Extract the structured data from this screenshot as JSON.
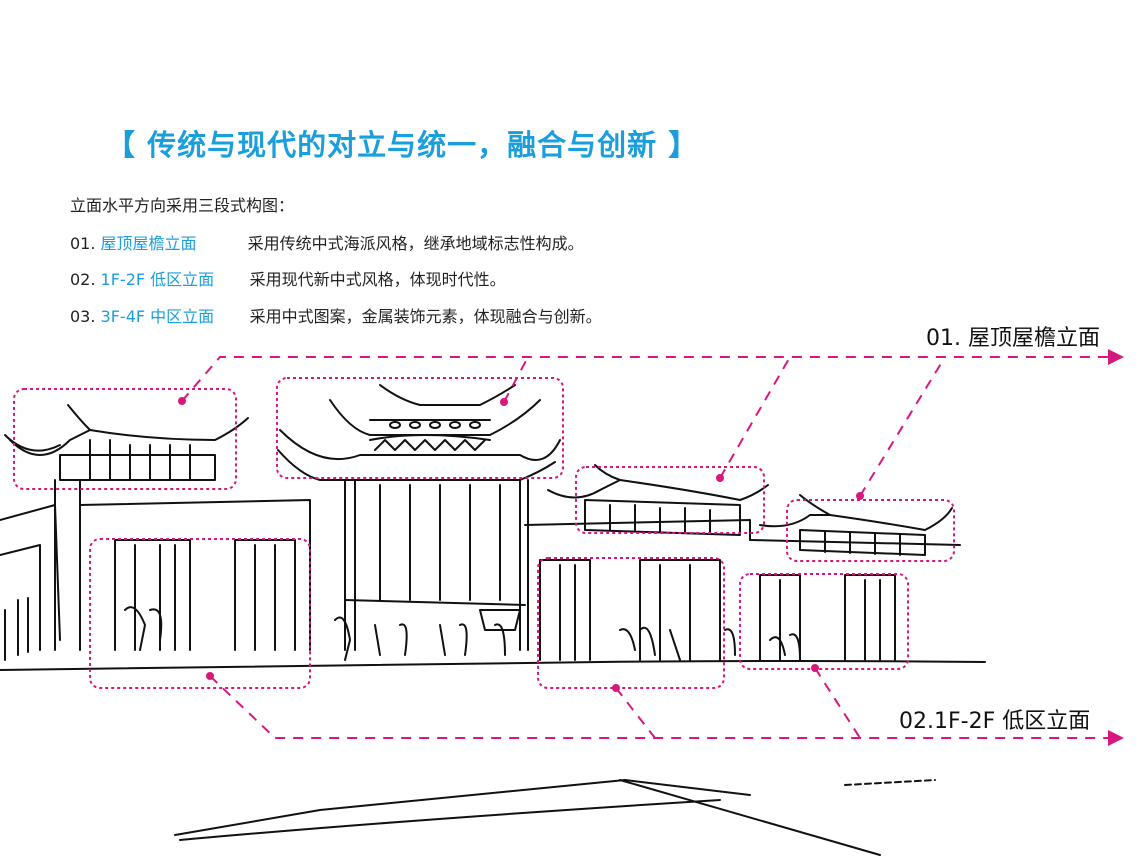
{
  "title": "【 传统与现代的对立与统一，融合与创新 】",
  "intro": "立面水平方向采用三段式构图：",
  "items": [
    {
      "num": "01.",
      "name": "屋顶屋檐立面",
      "desc": "采用传统中式海派风格，继承地域标志性构成。"
    },
    {
      "num": "02.",
      "name": "1F-2F 低区立面",
      "desc": "采用现代新中式风格，体现时代性。"
    },
    {
      "num": "03.",
      "name": "3F-4F 中区立面",
      "desc": "采用中式图案，金属装饰元素，体现融合与创新。"
    }
  ],
  "callouts": {
    "roof": "01. 屋顶屋檐立面",
    "low": "02.1F-2F 低区立面"
  },
  "colors": {
    "accent_blue": "#1a9fdc",
    "callout_magenta": "#d6187e",
    "sketch_ink": "#111111"
  }
}
